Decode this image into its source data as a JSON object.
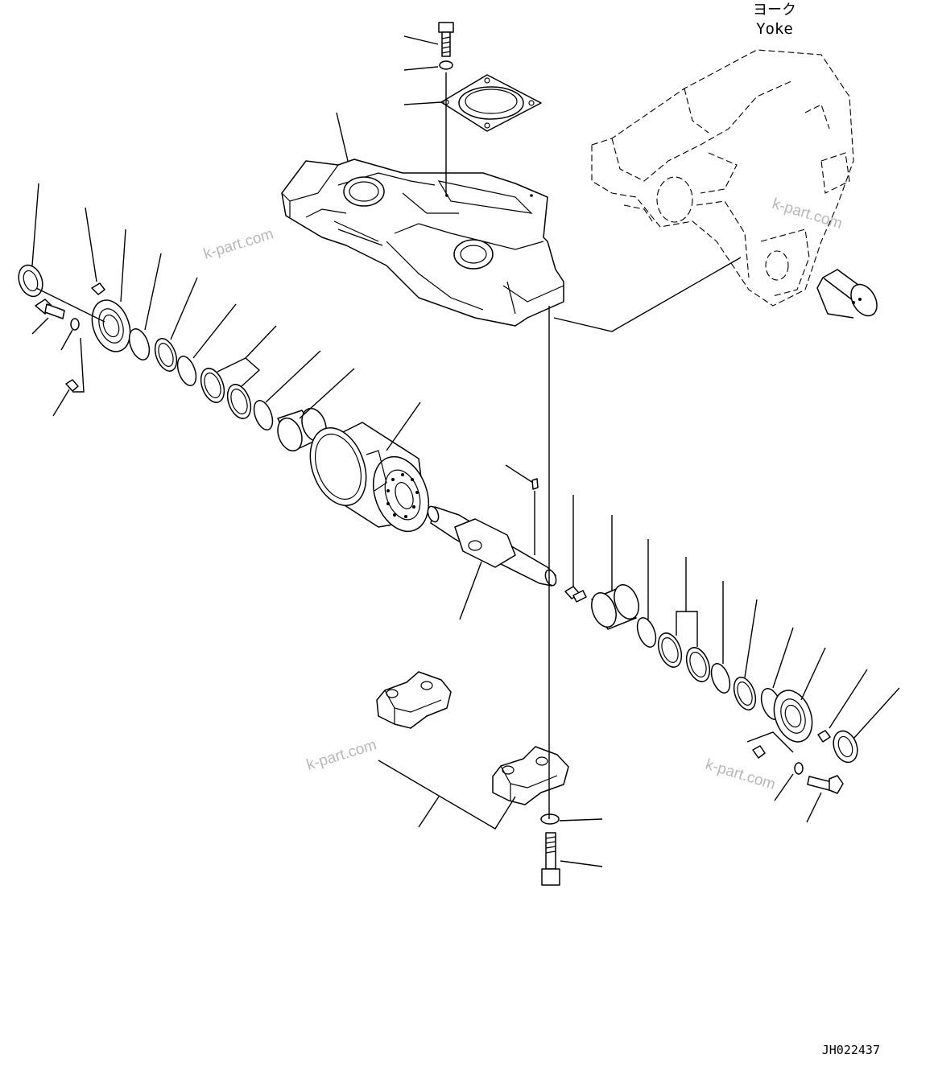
{
  "labels": {
    "yoke_jp": "ヨーク",
    "yoke_en": "Yoke",
    "drawing_code": "JH022437"
  },
  "watermarks": [
    "k-part.com",
    "k-part.com",
    "k-part.com",
    "k-part.com"
  ]
}
